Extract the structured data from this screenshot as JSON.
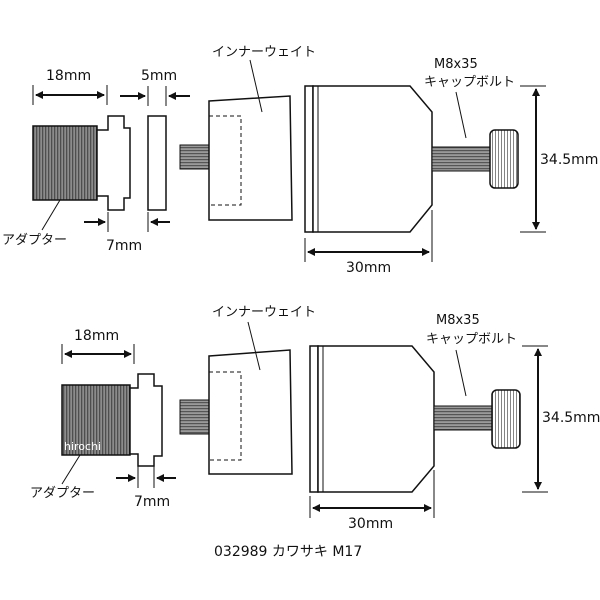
{
  "assemblies": [
    {
      "dim_adapter_length": "18mm",
      "dim_spacer": "5mm",
      "dim_collar": "7mm",
      "dim_weight_length": "30mm",
      "dim_diameter": "34.5mm",
      "label_inner_weight": "インナーウェイト",
      "label_bolt_line1": "M8x35",
      "label_bolt_line2": "キャップボルト",
      "label_adapter": "アダプター"
    },
    {
      "dim_adapter_length": "18mm",
      "dim_collar": "7mm",
      "dim_weight_length": "30mm",
      "dim_diameter": "34.5mm",
      "label_inner_weight": "インナーウェイト",
      "label_bolt_line1": "M8x35",
      "label_bolt_line2": "キャップボルト",
      "label_adapter": "アダプター",
      "watermark": "hirochi"
    }
  ],
  "caption": "032989  カワサキ  M17",
  "colors": {
    "line": "#111111",
    "thread_dark": "#6a6a6a",
    "thread_light": "#9a9a9a",
    "fill": "#ffffff"
  }
}
